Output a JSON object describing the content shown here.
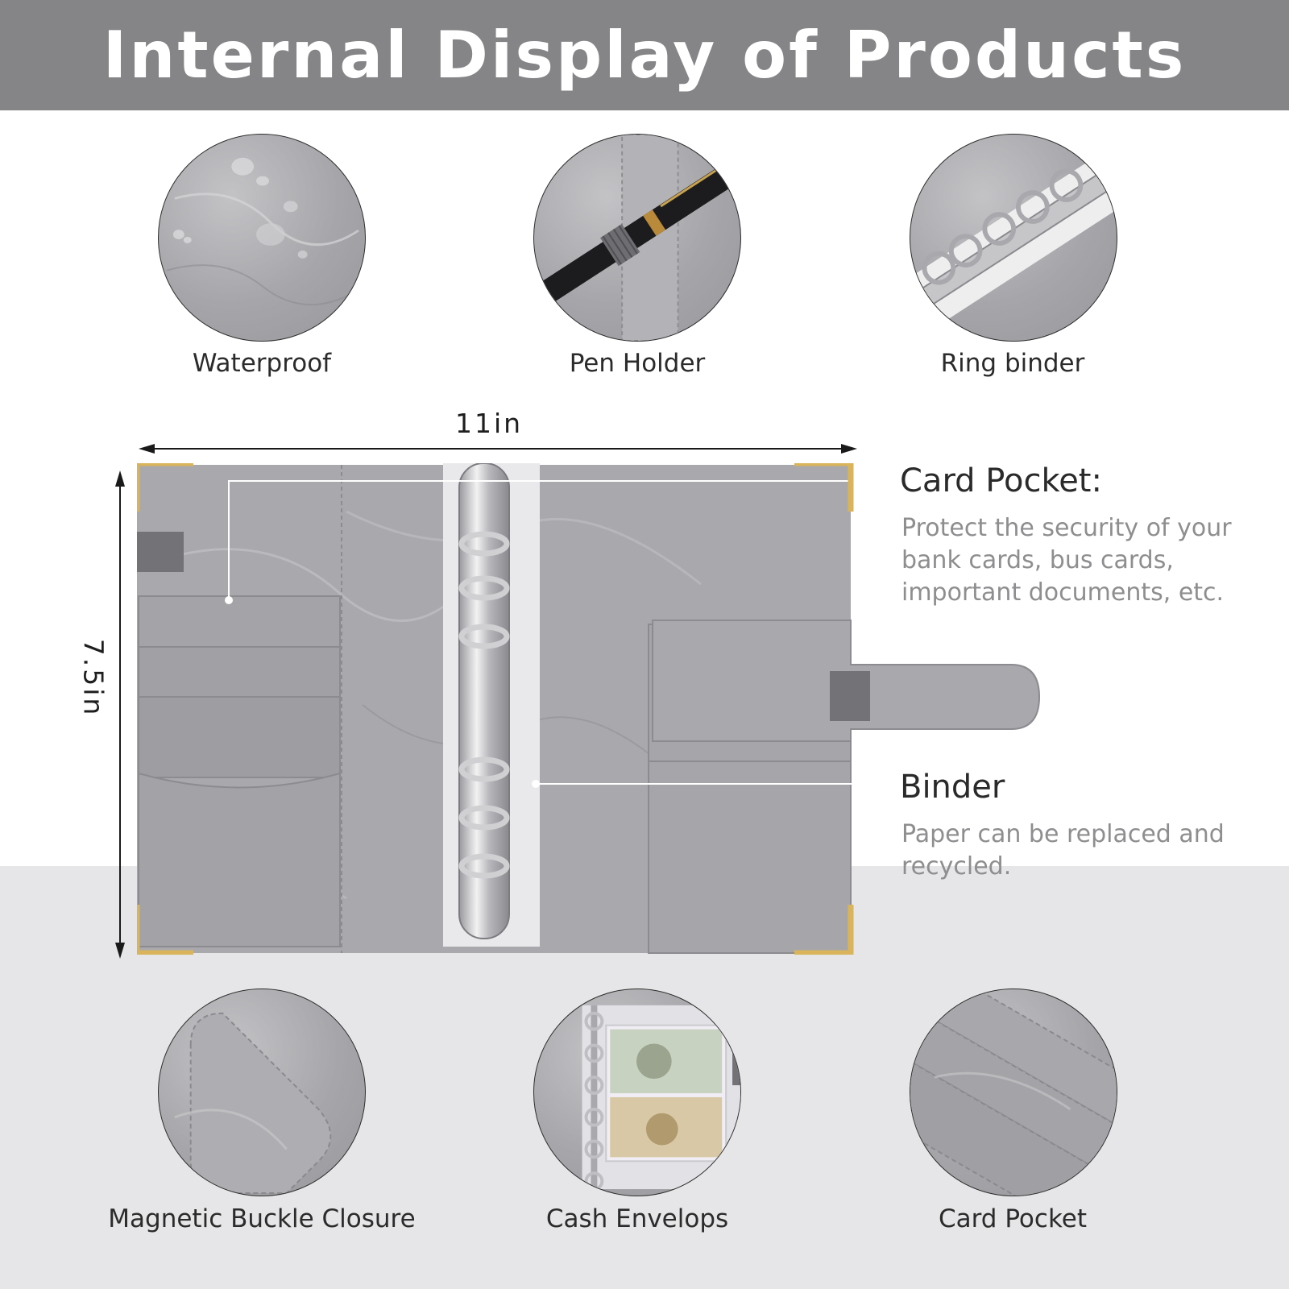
{
  "header": {
    "title": "Internal Display of Products"
  },
  "top_features": [
    {
      "label": "Waterproof",
      "icon": "water-drops-icon"
    },
    {
      "label": "Pen Holder",
      "icon": "pen-icon"
    },
    {
      "label": "Ring binder",
      "icon": "ring-binder-icon"
    }
  ],
  "bottom_features": [
    {
      "label": "Magnetic Buckle Closure",
      "icon": "magnetic-strap-icon"
    },
    {
      "label": "Cash Envelops",
      "icon": "cash-envelope-icon"
    },
    {
      "label": "Card Pocket",
      "icon": "card-slots-icon"
    }
  ],
  "dimensions": {
    "width": "11in",
    "height": "7.5in"
  },
  "callouts": [
    {
      "title": "Card Pocket:",
      "text": "Protect the security of your bank cards, bus cards, important documents, etc."
    },
    {
      "title": "Binder",
      "text": "Paper can be replaced and recycled."
    }
  ],
  "colors": {
    "header": "#858487",
    "leather": "#a9a9ad",
    "gold": "#d9b45a",
    "chrome": "#c9c9cc"
  }
}
